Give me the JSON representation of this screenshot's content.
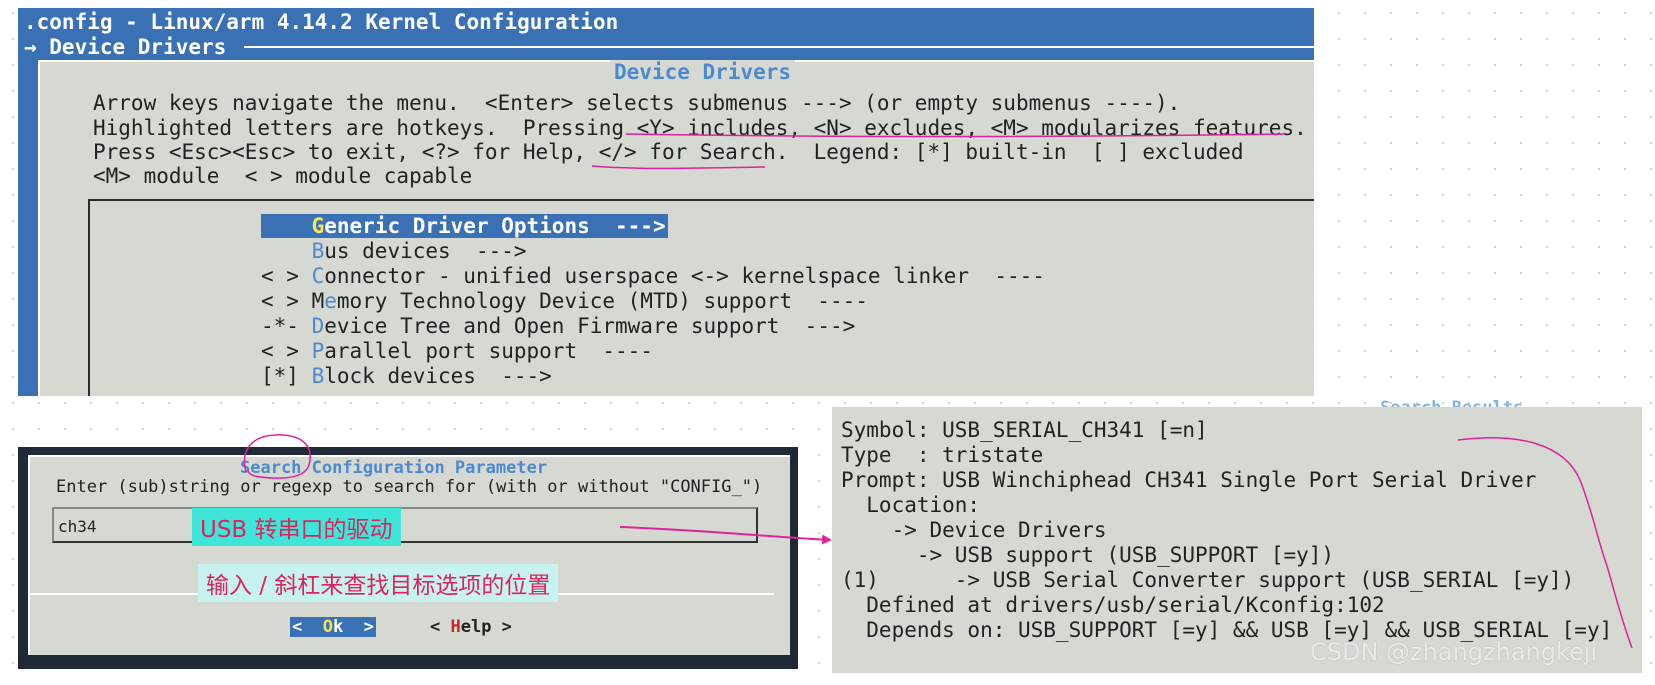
{
  "top_window": {
    "title": ".config - Linux/arm 4.14.2 Kernel Configuration",
    "breadcrumb": "→ Device Drivers",
    "dialog_title": "Device Drivers",
    "help_lines": [
      "Arrow keys navigate the menu.  <Enter> selects submenus ---> (or empty submenus ----).",
      "Highlighted letters are hotkeys.  Pressing <Y> includes, <N> excludes, <M> modularizes features.",
      "Press <Esc><Esc> to exit, <?> for Help, </> for Search.  Legend: [*] built-in  [ ] excluded",
      "<M> module  < > module capable"
    ],
    "menu_items": [
      {
        "prefix": "    ",
        "hotkey": "G",
        "rest": "eneric Driver Options  --->",
        "selected": true
      },
      {
        "prefix": "    ",
        "hotkey": "B",
        "rest": "us devices  --->",
        "selected": false
      },
      {
        "prefix": "< > ",
        "hotkey": "C",
        "rest": "onnector - unified userspace <-> kernelspace linker  ----",
        "selected": false
      },
      {
        "prefix": "< > M",
        "hotkey": "e",
        "rest": "mory Technology Device (MTD) support  ----",
        "selected": false
      },
      {
        "prefix": "-*- ",
        "hotkey": "D",
        "rest": "evice Tree and Open Firmware support  --->",
        "selected": false
      },
      {
        "prefix": "< > ",
        "hotkey": "P",
        "rest": "arallel port support  ----",
        "selected": false
      },
      {
        "prefix": "[*] ",
        "hotkey": "B",
        "rest": "lock devices  --->",
        "selected": false
      }
    ]
  },
  "search_dialog": {
    "title": "Search Configuration Parameter",
    "prompt": "Enter (sub)string or regexp to search for (with or without \"CONFIG_\")",
    "input_value": "ch34",
    "ok_label": {
      "left": "<  ",
      "hot": "O",
      "rest": "k  >"
    },
    "help_label": {
      "left": "< ",
      "hot": "H",
      "rest": "elp >"
    }
  },
  "annotations": {
    "note_driver": "USB 转串口的驱动",
    "note_search": "输入 / 斜杠来查找目标选项的位置",
    "colors": {
      "annotation_line": "#e0229a"
    }
  },
  "results": {
    "title": "Search Results",
    "lines": [
      "Symbol: USB_SERIAL_CH341 [=n]",
      "Type  : tristate",
      "Prompt: USB Winchiphead CH341 Single Port Serial Driver",
      "  Location:",
      "    -> Device Drivers",
      "      -> USB support (USB_SUPPORT [=y])",
      "(1)      -> USB Serial Converter support (USB_SERIAL [=y])",
      "  Defined at drivers/usb/serial/Kconfig:102",
      "  Depends on: USB_SUPPORT [=y] && USB [=y] && USB_SERIAL [=y]"
    ]
  },
  "watermark": "CSDN @zhangzhangkeji",
  "colors": {
    "terminal_blue": "#3a71b5",
    "dialog_gray": "#d6d8d2",
    "hotkey_blue": "#4c8ad0",
    "hotkey_yellow": "#f3e45a"
  }
}
